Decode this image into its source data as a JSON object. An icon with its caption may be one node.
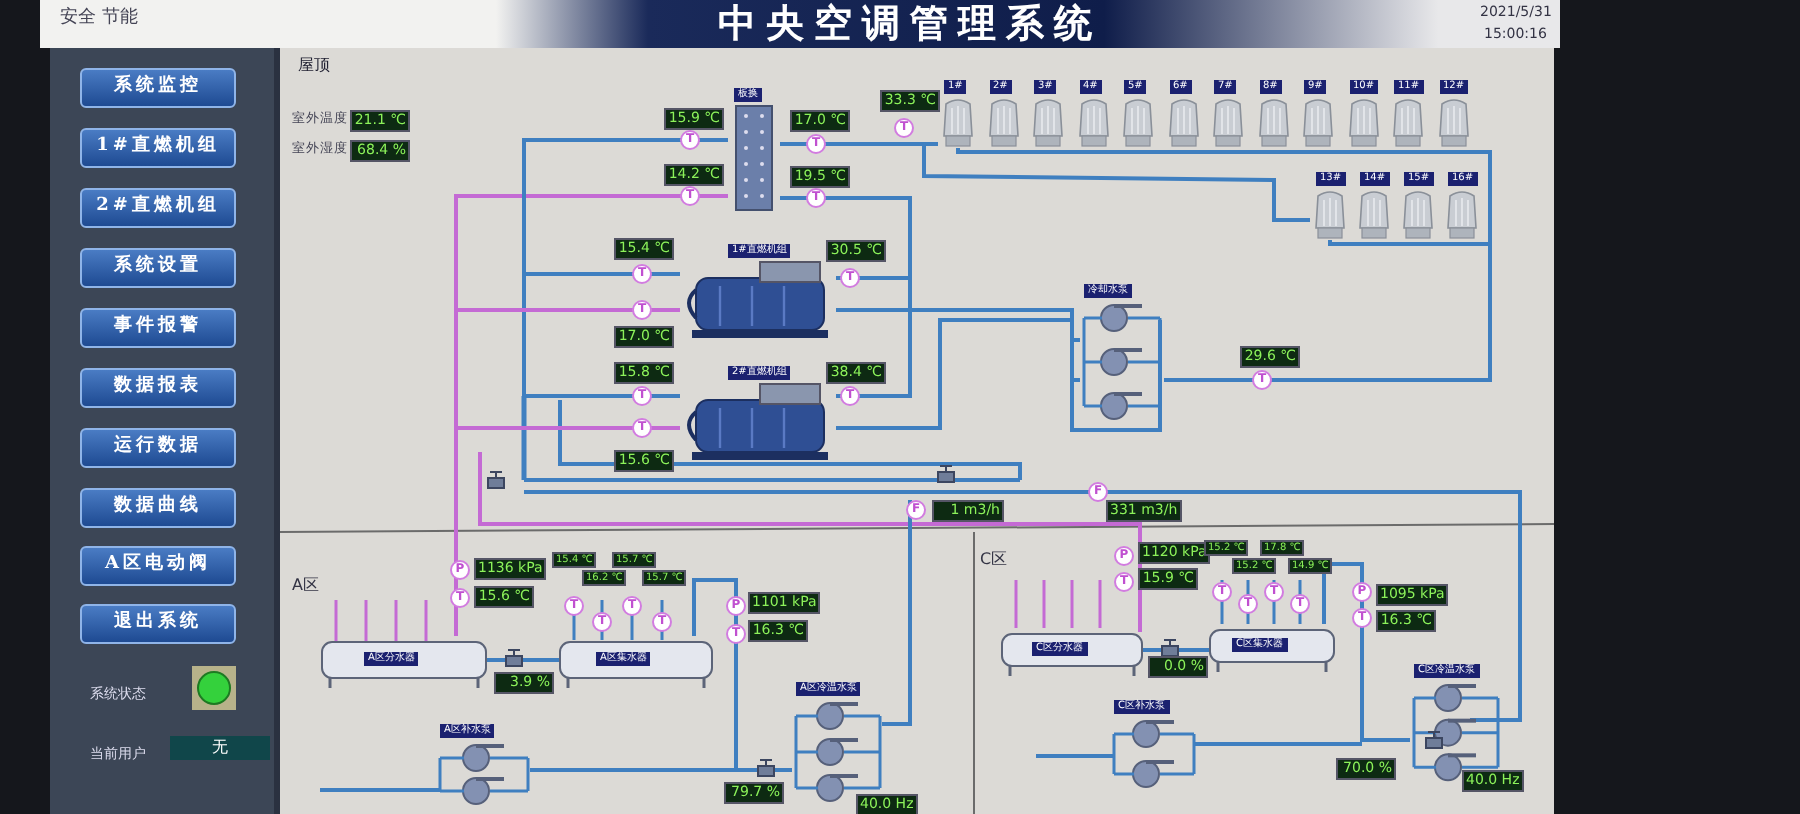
{
  "diagram": {
    "title": "中央空调管理系统",
    "nodes": [
      {
        "text": [
          "系统监控"
        ]
      },
      {
        "text": [
          "1#直燃机组"
        ]
      },
      {
        "text": [
          "2#直燃机组"
        ]
      },
      {
        "text": [
          "系统设置"
        ]
      },
      {
        "text": [
          "事件报警"
        ]
      },
      {
        "text": [
          "数据报表"
        ]
      },
      {
        "text": [
          "运行数据"
        ]
      },
      {
        "text": [
          "数据曲线"
        ]
      },
      {
        "text": [
          "A区电动阀"
        ]
      },
      {
        "text": [
          "退出系统"
        ]
      },
      {
        "text": [
          "无"
        ]
      },
      {
        "text": [
          "21.1 ℃"
        ]
      },
      {
        "text": [
          "68.4 %"
        ]
      },
      {
        "text": [
          "板换"
        ]
      },
      {
        "text": [
          "1#"
        ]
      },
      {
        "text": [
          "2#"
        ]
      },
      {
        "text": [
          "3#"
        ]
      },
      {
        "text": [
          "4#"
        ]
      },
      {
        "text": [
          "5#"
        ]
      },
      {
        "text": [
          "6#"
        ]
      },
      {
        "text": [
          "7#"
        ]
      },
      {
        "text": [
          "8#"
        ]
      },
      {
        "text": [
          "9#"
        ]
      },
      {
        "text": [
          "10#"
        ]
      },
      {
        "text": [
          "11#"
        ]
      },
      {
        "text": [
          "12#"
        ]
      },
      {
        "text": [
          "13#"
        ]
      },
      {
        "text": [
          "14#"
        ]
      },
      {
        "text": [
          "15#"
        ]
      },
      {
        "text": [
          "16#"
        ]
      },
      {
        "text": [
          "1#直燃机组"
        ]
      },
      {
        "text": [
          "2#直燃机组"
        ]
      },
      {
        "text": [
          "冷却水泵"
        ]
      },
      {
        "text": [
          "A区分水器"
        ]
      },
      {
        "text": [
          "A区集水器"
        ]
      },
      {
        "text": [
          "A区补水泵"
        ]
      },
      {
        "text": [
          "A区冷温水泵"
        ]
      },
      {
        "text": [
          "C区分水器"
        ]
      },
      {
        "text": [
          "C区集水器"
        ]
      },
      {
        "text": [
          "C区补水泵"
        ]
      },
      {
        "text": [
          "C区冷温水泵"
        ]
      },
      {
        "text": [
          "15.9 ℃"
        ]
      },
      {
        "text": [
          "17.0 ℃"
        ]
      },
      {
        "text": [
          "14.2 ℃"
        ]
      },
      {
        "text": [
          "19.5 ℃"
        ]
      },
      {
        "text": [
          "33.3 ℃"
        ]
      },
      {
        "text": [
          "15.4 ℃"
        ]
      },
      {
        "text": [
          "30.5 ℃"
        ]
      },
      {
        "text": [
          "17.0 ℃"
        ]
      },
      {
        "text": [
          "15.8 ℃"
        ]
      },
      {
        "text": [
          "38.4 ℃"
        ]
      },
      {
        "text": [
          "15.6 ℃"
        ]
      },
      {
        "text": [
          "29.6 ℃"
        ]
      },
      {
        "text": [
          "1 m3/h"
        ]
      },
      {
        "text": [
          "331 m3/h"
        ]
      },
      {
        "text": [
          "1136 kPa"
        ]
      },
      {
        "text": [
          "15.6 ℃"
        ]
      },
      {
        "text": [
          "15.4 ℃"
        ]
      },
      {
        "text": [
          "16.2 ℃"
        ]
      },
      {
        "text": [
          "15.7 ℃"
        ]
      },
      {
        "text": [
          "15.7 ℃"
        ]
      },
      {
        "text": [
          "1101 kPa"
        ]
      },
      {
        "text": [
          "16.3 ℃"
        ]
      },
      {
        "text": [
          "3.9 %"
        ]
      },
      {
        "text": [
          "79.7 %"
        ]
      },
      {
        "text": [
          "40.0 Hz"
        ]
      },
      {
        "text": [
          "1120 kPa"
        ]
      },
      {
        "text": [
          "15.9 ℃"
        ]
      },
      {
        "text": [
          "15.2 ℃"
        ]
      },
      {
        "text": [
          "15.2 ℃"
        ]
      },
      {
        "text": [
          "17.8 ℃"
        ]
      },
      {
        "text": [
          "14.9 ℃"
        ]
      },
      {
        "text": [
          "1095 kPa"
        ]
      },
      {
        "text": [
          "16.3 ℃"
        ]
      },
      {
        "text": [
          "0.0 %"
        ]
      },
      {
        "text": [
          "70.0 %"
        ]
      },
      {
        "text": [
          "40.0 Hz"
        ]
      },
      {
        "text": [
          "T"
        ]
      },
      {
        "text": [
          "T"
        ]
      },
      {
        "text": [
          "T"
        ]
      },
      {
        "text": [
          "T"
        ]
      },
      {
        "text": [
          "T"
        ]
      },
      {
        "text": [
          "T"
        ]
      },
      {
        "text": [
          "T"
        ]
      },
      {
        "text": [
          "T"
        ]
      },
      {
        "text": [
          "T"
        ]
      },
      {
        "text": [
          "T"
        ]
      },
      {
        "text": [
          "T"
        ]
      },
      {
        "text": [
          "T"
        ]
      },
      {
        "text": [
          "F"
        ]
      },
      {
        "text": [
          "F"
        ]
      },
      {
        "text": [
          "P"
        ]
      },
      {
        "text": [
          "T"
        ]
      },
      {
        "text": [
          "T"
        ]
      },
      {
        "text": [
          "T"
        ]
      },
      {
        "text": [
          "T"
        ]
      },
      {
        "text": [
          "T"
        ]
      },
      {
        "text": [
          "P"
        ]
      },
      {
        "text": [
          "T"
        ]
      },
      {
        "text": [
          "P"
        ]
      },
      {
        "text": [
          "T"
        ]
      },
      {
        "text": [
          "T"
        ]
      },
      {
        "text": [
          "T"
        ]
      },
      {
        "text": [
          "T"
        ]
      },
      {
        "text": [
          "T"
        ]
      },
      {
        "text": [
          "P"
        ]
      },
      {
        "text": [
          "T"
        ]
      }
    ],
    "edges": [
      {
        "from": 33,
        "to": 34,
        "arrow": "none"
      },
      {
        "from": 37,
        "to": 38,
        "arrow": "none"
      },
      {
        "from": 13,
        "to": 14,
        "arrow": "none"
      },
      {
        "from": 14,
        "to": 32,
        "arrow": "none"
      },
      {
        "from": 13,
        "to": 33,
        "arrow": "none",
        "color": "#c46ad4"
      },
      {
        "from": 13,
        "to": 30,
        "arrow": "none"
      },
      {
        "from": 13,
        "to": 31,
        "arrow": "none"
      },
      {
        "from": 13,
        "to": 30,
        "arrow": "none"
      },
      {
        "from": 13,
        "to": 31,
        "arrow": "none"
      },
      {
        "from": 30,
        "to": 32,
        "arrow": "none"
      },
      {
        "from": 31,
        "to": 32,
        "arrow": "none"
      },
      {
        "from": 34,
        "to": 36,
        "arrow": "none"
      },
      {
        "from": 38,
        "to": 40,
        "arrow": "none"
      },
      {
        "from": 30,
        "to": 33,
        "arrow": "none",
        "color": "#c46ad4"
      },
      {
        "from": 31,
        "to": 33,
        "arrow": "none",
        "color": "#c46ad4"
      },
      {
        "from": 26,
        "to": 32,
        "arrow": "none"
      },
      {
        "from": 13,
        "to": 26,
        "arrow": "none"
      }
    ],
    "labels": [
      "安全 节能",
      "2021/5/31",
      "15:00:16",
      "屋顶",
      "室外温度",
      "室外湿度",
      "A区",
      "C区",
      "系统状态",
      "当前用户"
    ]
  }
}
